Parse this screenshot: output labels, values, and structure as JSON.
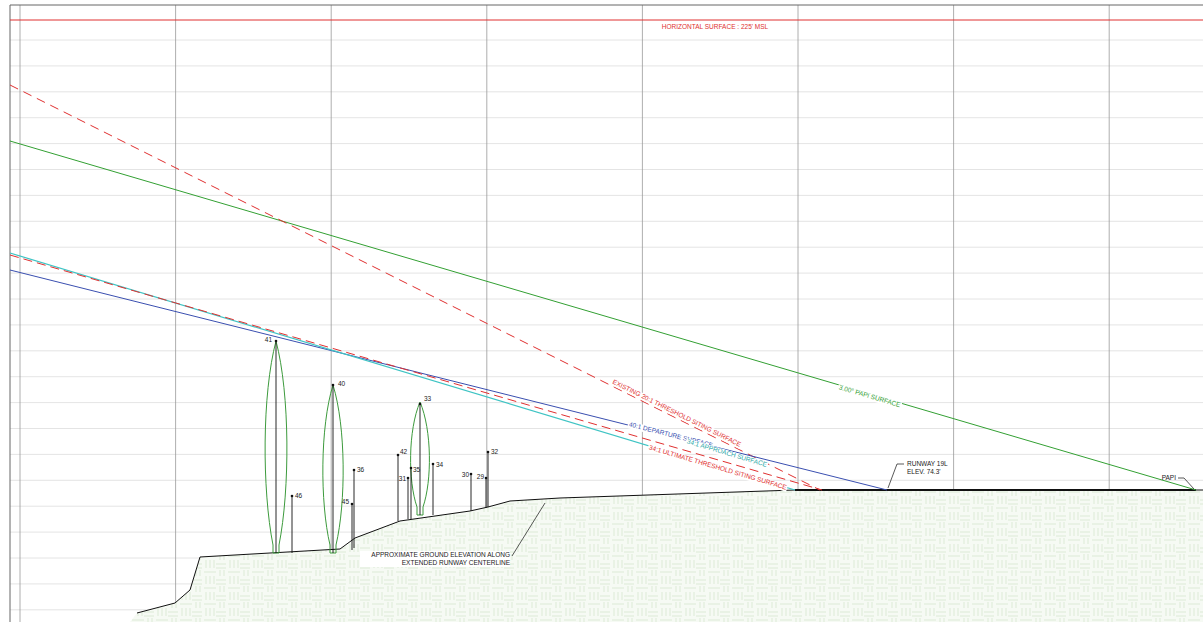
{
  "diagram": {
    "labels": [
      "HORIZONTAL SURFACE : 225' MSL",
      "3.00° PAPI SURFACE",
      "EXISTING 20:1 THRESHOLD SITING SURFACE",
      "40:1 DEPARTURE SURFACE",
      "34:1 APPROACH SURFACE",
      "34:1 ULTIMATE THRESHOLD SITING SURFACE",
      "RUNWAY 19L",
      "ELEV. 74.3'",
      "PAPI",
      "APPROXIMATE GROUND ELEVATION ALONG EXTENDED RUNWAY CENTERLINE",
      "41",
      "40",
      "33",
      "46",
      "45",
      "36",
      "42",
      "31",
      "35",
      "34",
      "30",
      "29",
      "32"
    ]
  }
}
